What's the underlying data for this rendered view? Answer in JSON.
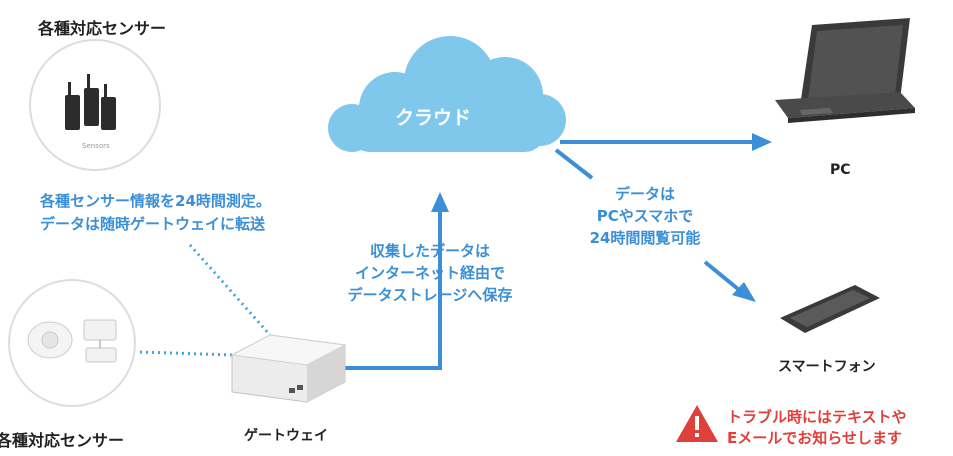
{
  "sensor_top_title": "各種対応センサー",
  "sensor_bottom_title": "各種対応センサー",
  "sensor_card_caption": "Sensors",
  "sensor_note": [
    "各種センサー情報を24時間測定。",
    "データは随時ゲートウェイに転送"
  ],
  "gateway_label": "ゲートウェイ",
  "upload_note": [
    "収集したデータは",
    "インターネット経由で",
    "データストレージへ保存"
  ],
  "cloud_label": "クラウド",
  "view_note": [
    "データは",
    "PCやスマホで",
    "24時間閲覧可能"
  ],
  "pc_label": "PC",
  "phone_label": "スマートフォン",
  "alert": {
    "lines": [
      "トラブル時にはテキストや",
      "Eメールでお知らせします"
    ],
    "icon": "warning-triangle-icon",
    "color": "#e0403a"
  },
  "colors": {
    "accent": "#3b8fd6",
    "cloud": "#7fc8ec",
    "dotted": "#3fa7d6"
  }
}
